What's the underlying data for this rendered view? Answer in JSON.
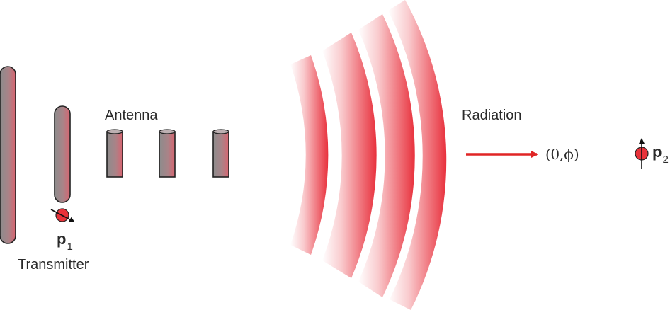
{
  "labels": {
    "antenna": "Antenna",
    "radiation": "Radiation",
    "transmitter": "Transmitter",
    "direction": "(θ,ϕ)",
    "dipole1_symbol": "p",
    "dipole1_subscript": "1",
    "dipole2_symbol": "p",
    "dipole2_subscript": "2"
  },
  "colors": {
    "wave": "#e8303c",
    "arrow": "#e02525",
    "dipole_fill": "#e8323a",
    "element_dark": "#8a8a8a",
    "element_light": "#d65a64",
    "text": "#2a2a2a"
  },
  "elements": {
    "rod_count": 5,
    "wavefront_count": 4
  }
}
